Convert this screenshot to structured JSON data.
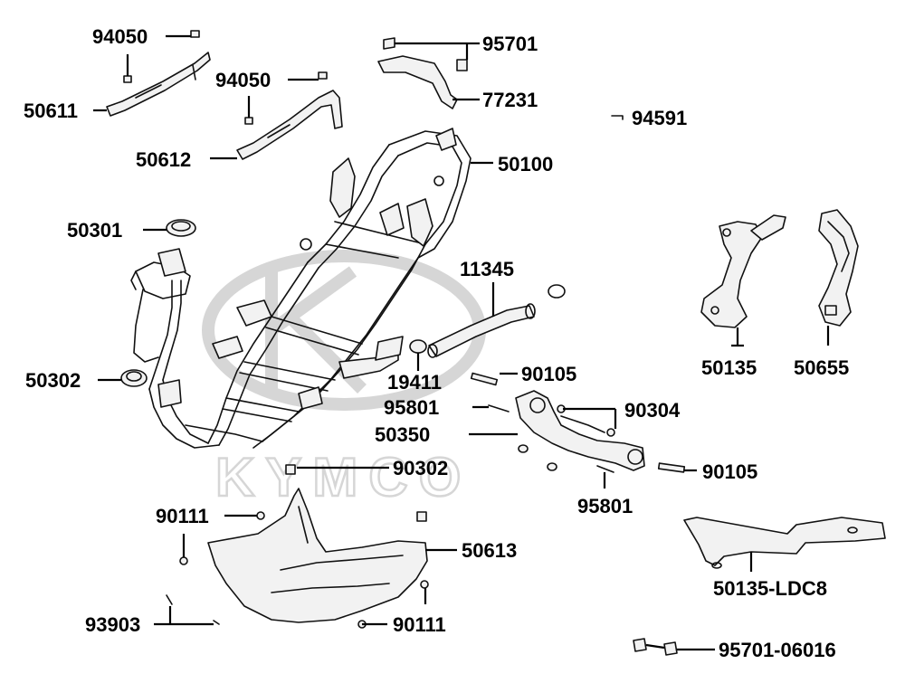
{
  "watermark": {
    "text": "KYMCO"
  },
  "labels": {
    "p94050a": "94050",
    "p95701": "95701",
    "p50611": "50611",
    "p94050b": "94050",
    "p77231": "77231",
    "p94591": "94591",
    "p50612": "50612",
    "p50100": "50100",
    "p50301": "50301",
    "p11345": "11345",
    "p50135": "50135",
    "p50655": "50655",
    "p50302": "50302",
    "p19411": "19411",
    "p90105a": "90105",
    "p95801a": "95801",
    "p90304": "90304",
    "p50350": "50350",
    "p90302": "90302",
    "p90105b": "90105",
    "p95801b": "95801",
    "p90111a": "90111",
    "p50613": "50613",
    "p50135ldc8": "50135-LDC8",
    "p93903": "93903",
    "p90111b": "90111",
    "p9570106016": "95701-06016"
  }
}
